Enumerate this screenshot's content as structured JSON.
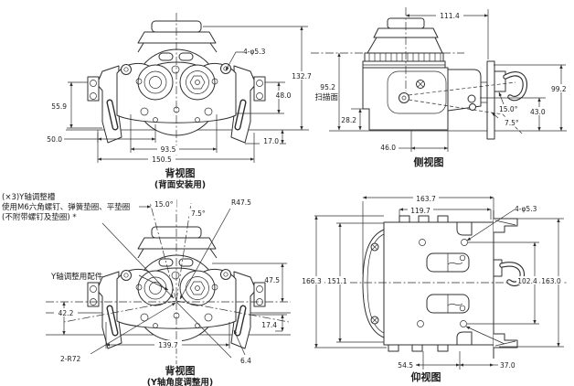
{
  "drawing": {
    "line_color": "#2f2f2f",
    "views": {
      "back_mount": {
        "title": "背视图",
        "subtitle": "(背面安装用)",
        "dim_hole": "4-φ5.3",
        "dim_overall_height": "132.7",
        "dim_right_height": "48.0",
        "dim_left_height": "55.9",
        "dim_left_offset": "50.0",
        "dim_hole_span": "93.5",
        "dim_overall_width": "150.5",
        "dim_bottom_tab": "17.0"
      },
      "side": {
        "title": "侧视图",
        "dim_top_width": "111.4",
        "dim_scan_height": "95.2",
        "scan_label": "扫描面",
        "dim_base_step": "28.2",
        "dim_front_depth": "46.0",
        "dim_wall_height": "99.2",
        "dim_bracket_height": "43.0",
        "dim_angle_up": "15.0°",
        "dim_angle_down": "7.5°"
      },
      "back_y": {
        "title": "背视图",
        "subtitle": "(Y轴角度调整用)",
        "note1": "(×3)Y轴调整槽",
        "note2": "使用M6六角螺钉、弹簧垫圈、平垫圈",
        "note3": "(不附带螺钉及垫圈) *",
        "label_fitting": "Y轴调整用配件",
        "dim_angle_left": "15.0°",
        "dim_angle_right": "7.5°",
        "dim_radius": "R47.5",
        "dim_right_height": "47.5",
        "dim_left_height": "42.2",
        "dim_bottom_tab": "17.4",
        "dim_width": "139.7",
        "dim_slot_radius": "2-R72",
        "dim_slot_width": "6.4"
      },
      "bottom": {
        "title": "仰视图",
        "dim_overall_width": "163.7",
        "dim_inner_width": "119.7",
        "dim_hole": "4-φ5.3",
        "dim_overall_height": "166.3",
        "dim_inner_height": "151.1",
        "dim_hole_span": "102.4",
        "dim_right_height": "163.0",
        "dim_bottom_left": "54.5",
        "dim_bottom_right": "37.0"
      }
    }
  }
}
